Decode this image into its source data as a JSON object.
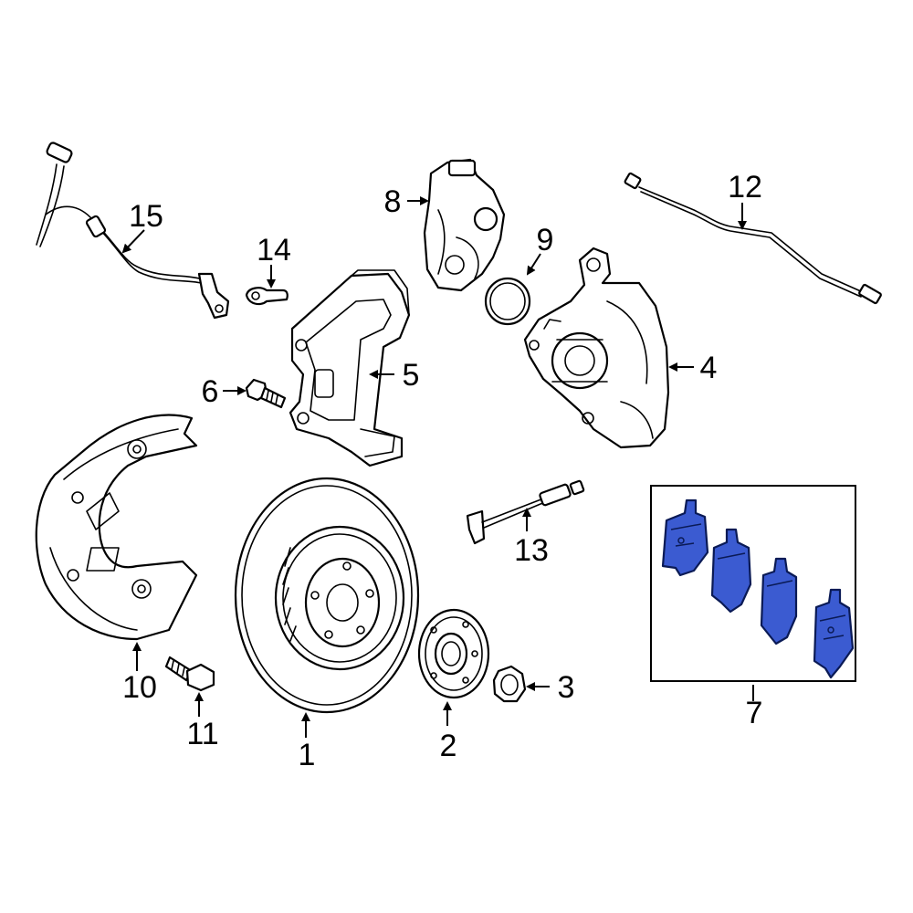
{
  "diagram": {
    "callouts": {
      "c1": "1",
      "c2": "2",
      "c3": "3",
      "c4": "4",
      "c5": "5",
      "c6": "6",
      "c7": "7",
      "c8": "8",
      "c9": "9",
      "c10": "10",
      "c11": "11",
      "c12": "12",
      "c13": "13",
      "c14": "14",
      "c15": "15"
    },
    "highlight_color": "#3b5bd1"
  }
}
